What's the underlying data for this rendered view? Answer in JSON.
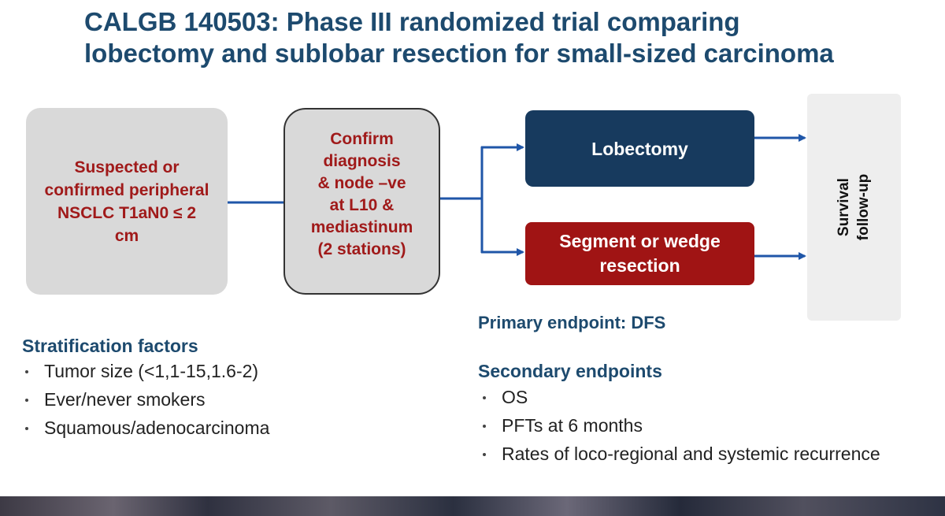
{
  "title": {
    "line1": "CALGB 140503: Phase III randomized trial comparing",
    "line2": "lobectomy and sublobar resection for small-sized carcinoma"
  },
  "diagram": {
    "input_box": [
      "Suspected or",
      "confirmed peripheral",
      "NSCLC T1aN0 ≤ 2",
      "cm"
    ],
    "confirm_box": [
      "Confirm",
      "diagnosis",
      "& node –ve",
      "at L10 &",
      "mediastinum",
      "(2 stations)"
    ],
    "arm_lobectomy": "Lobectomy",
    "arm_segment": [
      "Segment or wedge",
      "resection"
    ],
    "survival_box": [
      "Survival",
      "follow-up"
    ]
  },
  "stratification": {
    "heading": "Stratification factors",
    "items": [
      "Tumor size (<1,1-15,1.6-2)",
      "Ever/never smokers",
      "Squamous/adenocarcinoma"
    ]
  },
  "endpoints": {
    "primary": "Primary endpoint: DFS",
    "secondary_heading": "Secondary endpoints",
    "secondary_items": [
      "OS",
      "PFTs at 6 months",
      "Rates of loco-regional and systemic recurrence"
    ]
  },
  "colors": {
    "title": "#1d4a6e",
    "arrow": "#1f56a8",
    "lobectomy": "#173a5e",
    "segment": "#a01414",
    "box_text_red": "#a01a1a"
  }
}
